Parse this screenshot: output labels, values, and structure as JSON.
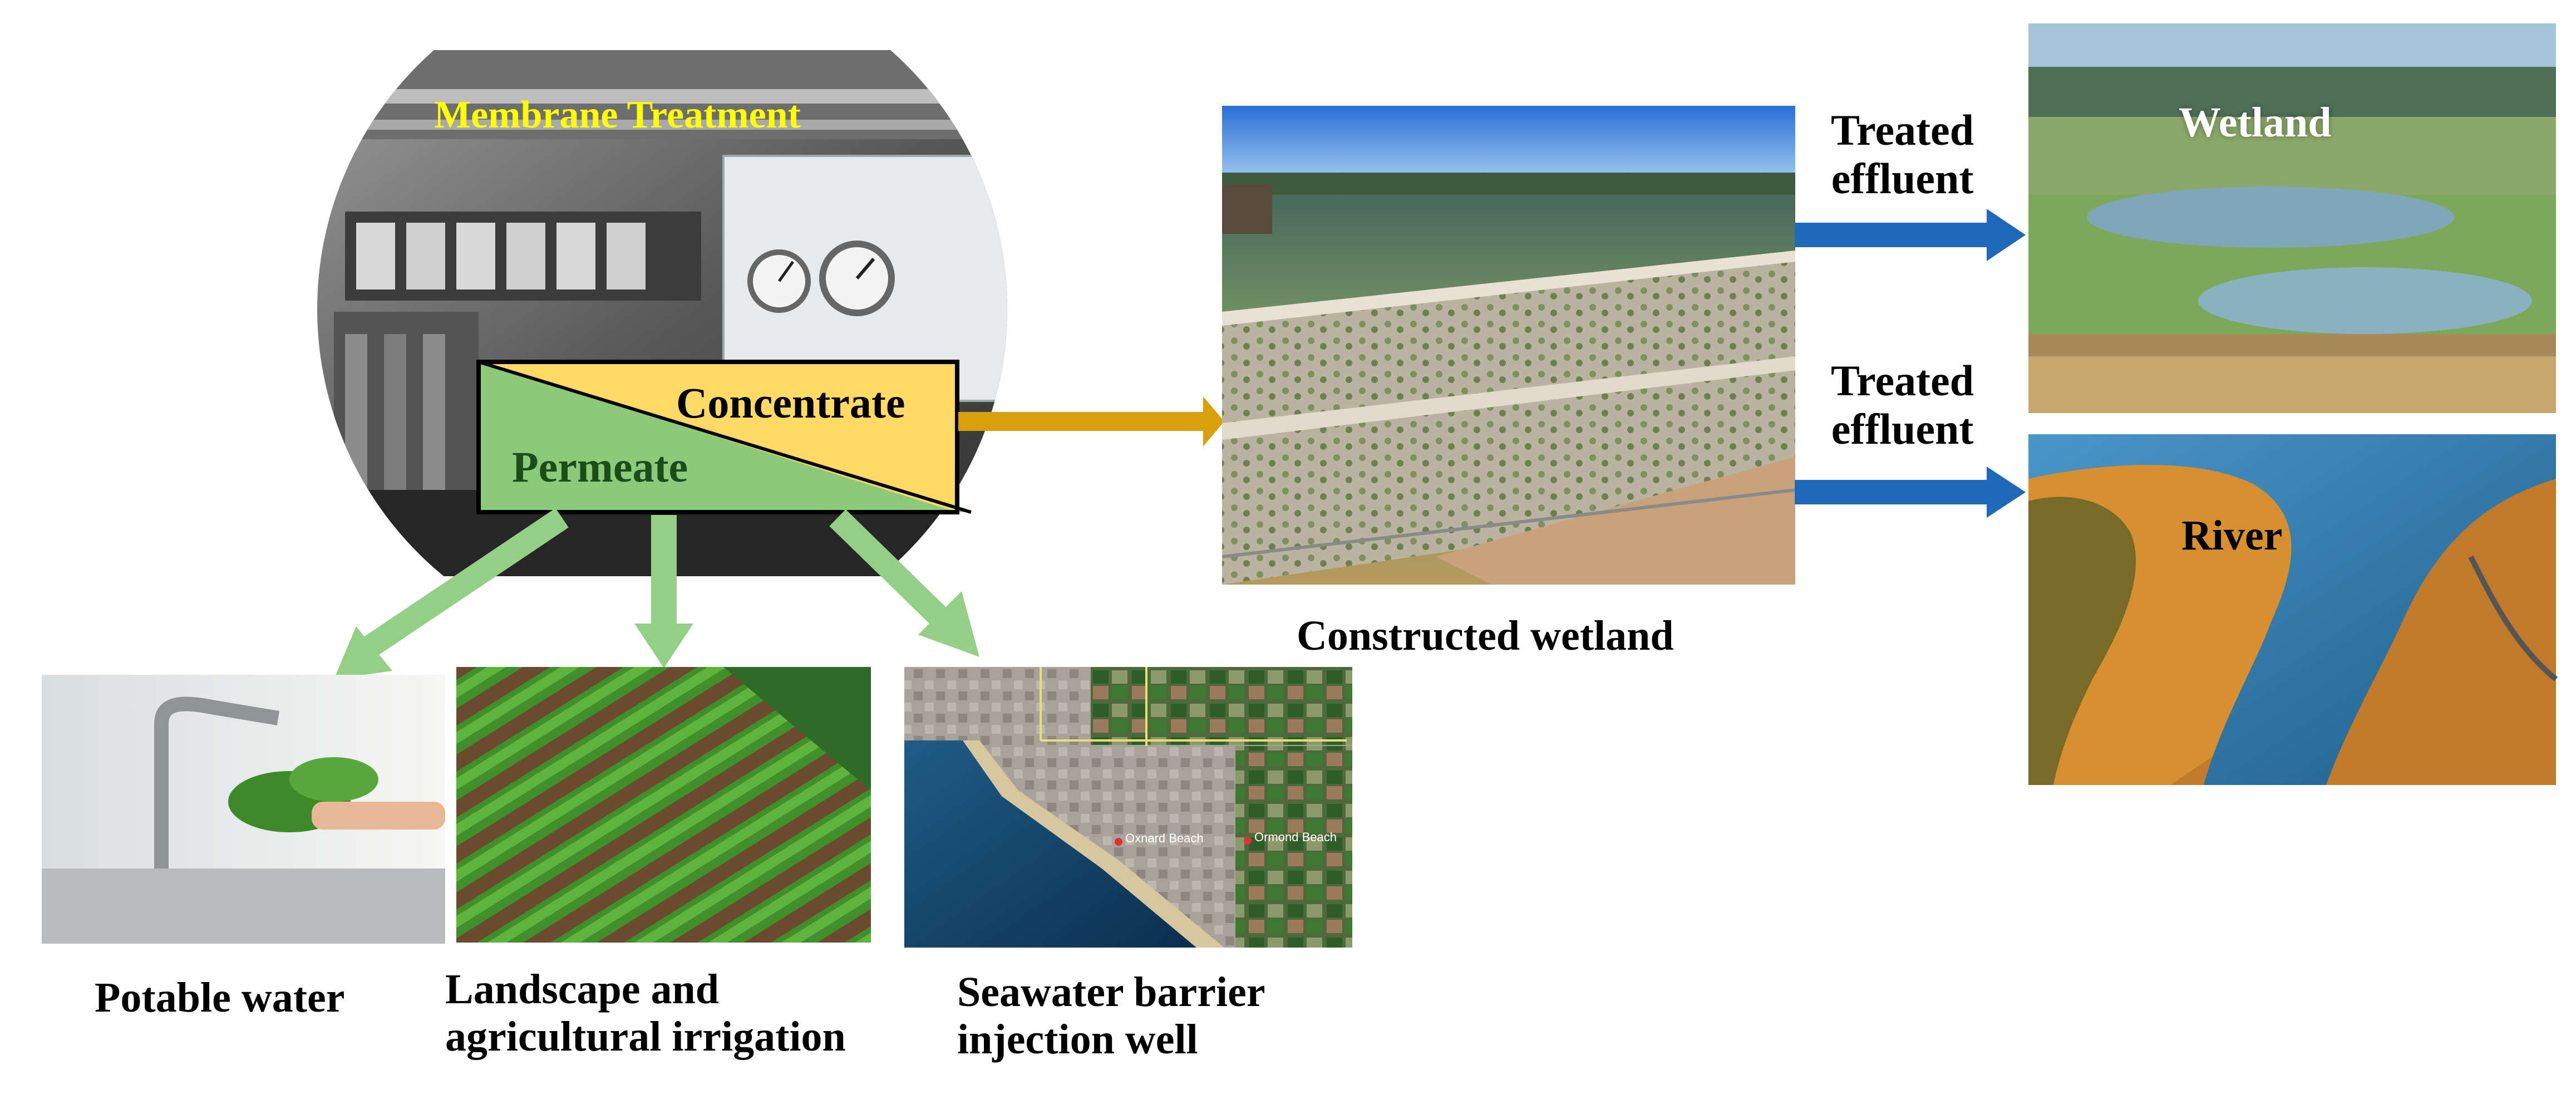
{
  "diagram": {
    "membrane": {
      "title": "Membrane Treatment",
      "concentrate_label": "Concentrate",
      "permeate_label": "Permeate"
    },
    "reuse_uses": [
      {
        "id": "potable",
        "label": "Potable water"
      },
      {
        "id": "irrigation",
        "label_line1": "Landscape and",
        "label_line2": "agricultural irrigation"
      },
      {
        "id": "barrier",
        "label_line1": "Seawater barrier",
        "label_line2": "injection well"
      }
    ],
    "wetland_stage": {
      "label": "Constructed wetland"
    },
    "effluent_labels": [
      {
        "line1": "Treated",
        "line2": "effluent"
      },
      {
        "line1": "Treated",
        "line2": "effluent"
      }
    ],
    "receiving_waters": [
      {
        "id": "wetland",
        "label": "Wetland"
      },
      {
        "id": "river",
        "label": "River"
      }
    ],
    "map_place_names": [
      "Oxnard Beach",
      "Ormond Beach"
    ],
    "colors": {
      "permeate_green": "#8cc97a",
      "permeate_arrow": "#93cf85",
      "concentrate_yellow": "#ffd966",
      "concentrate_arrow": "#d9a00b",
      "effluent_arrow": "#1f69b8",
      "title_yellow": "#ffff00"
    }
  }
}
